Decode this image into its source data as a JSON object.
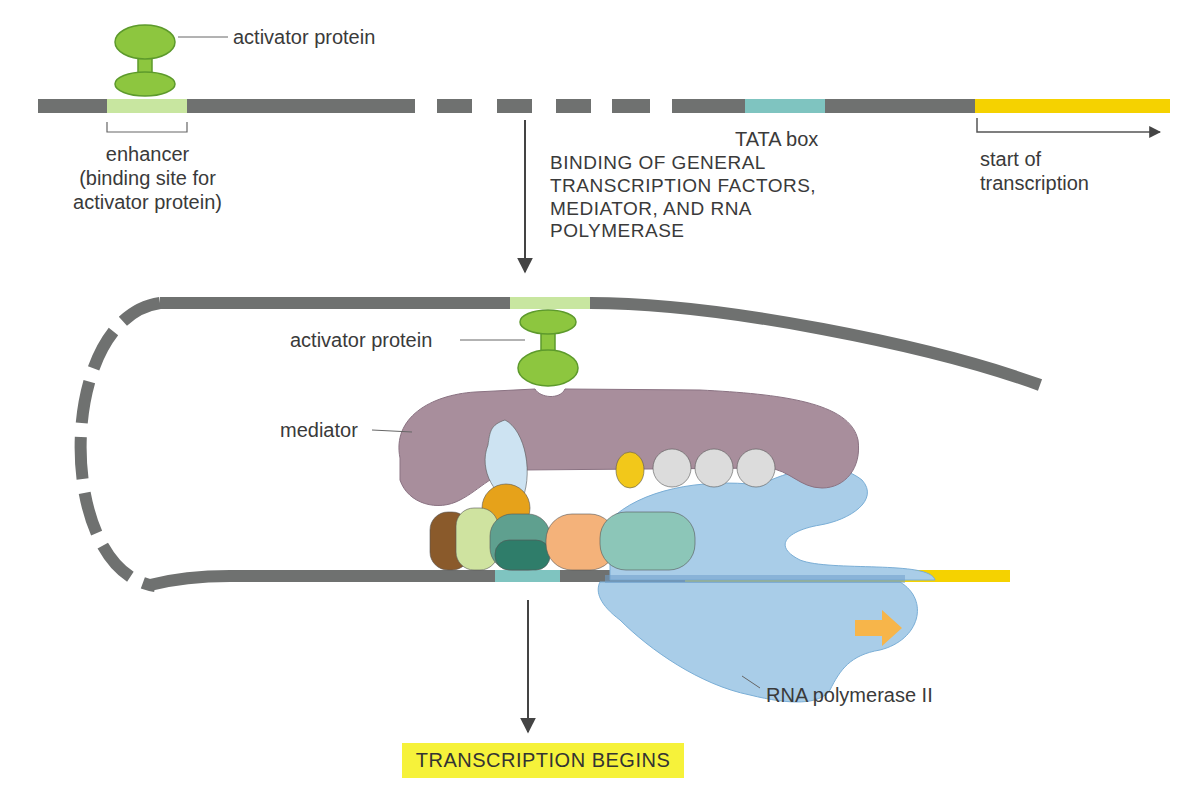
{
  "diagram": {
    "nodes": [
      {
        "text": [
          "TRANSCRIPTION BEGINS"
        ]
      }
    ],
    "labels": [
      "activator protein",
      "enhancer (binding site for activator protein)",
      "TATA box",
      "start of transcription",
      "BINDING OF GENERAL TRANSCRIPTION FACTORS, MEDIATOR, AND RNA POLYMERASE",
      "activator protein",
      "mediator",
      "RNA polymerase II"
    ]
  }
}
